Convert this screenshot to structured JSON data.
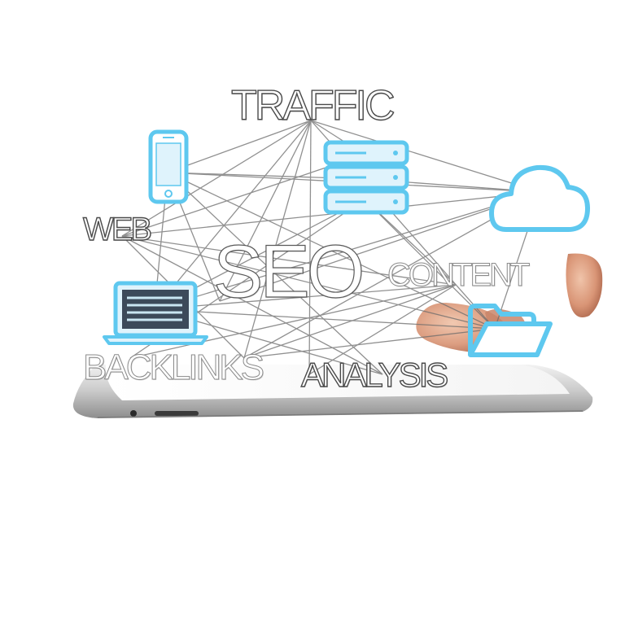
{
  "scene": {
    "words": {
      "traffic": "TRAFFIC",
      "web": "WEB",
      "seo": "SEO",
      "content": "CONTENT",
      "backlinks": "BACKLINKS",
      "analysis": "ANALYSIS"
    },
    "icons": [
      "smartphone-icon",
      "server-icon",
      "cloud-icon",
      "laptop-icon",
      "folder-icon"
    ],
    "colors": {
      "icon_blue": "#5ec8ef",
      "icon_fill": "#dff3fc",
      "text_outline": "#4a4a4a",
      "tablet_body": "#d8d8d8",
      "skin": "#e0a58a"
    }
  }
}
